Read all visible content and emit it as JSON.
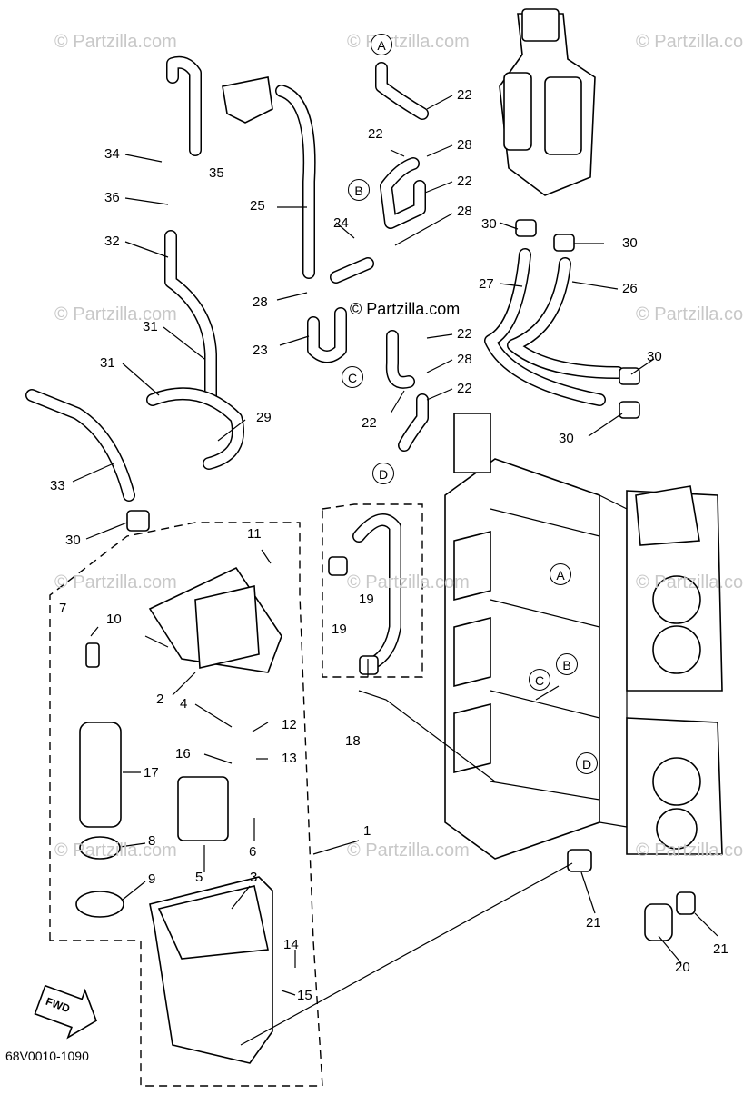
{
  "watermarks": {
    "text": "© Partzilla.com",
    "copyright_center": "© Partzilla.com"
  },
  "drawing_code": "68V0010-1090",
  "fwd_label": "FWD",
  "callouts": {
    "c1": "1",
    "c2": "2",
    "c3": "3",
    "c4": "4",
    "c5": "5",
    "c6": "6",
    "c7": "7",
    "c8": "8",
    "c9": "9",
    "c10": "10",
    "c11": "11",
    "c12": "12",
    "c13": "13",
    "c14": "14",
    "c15": "15",
    "c16": "16",
    "c17": "17",
    "c18": "18",
    "c19": "19",
    "c20": "20",
    "c21": "21",
    "c22": "22",
    "c23": "23",
    "c24": "24",
    "c25": "25",
    "c26": "26",
    "c27": "27",
    "c28": "28",
    "c29": "29",
    "c30": "30",
    "c31": "31",
    "c32": "32",
    "c33": "33",
    "c34": "34",
    "c35": "35",
    "c36": "36"
  },
  "connectors": {
    "a": "A",
    "b": "B",
    "c": "C",
    "d": "D"
  }
}
